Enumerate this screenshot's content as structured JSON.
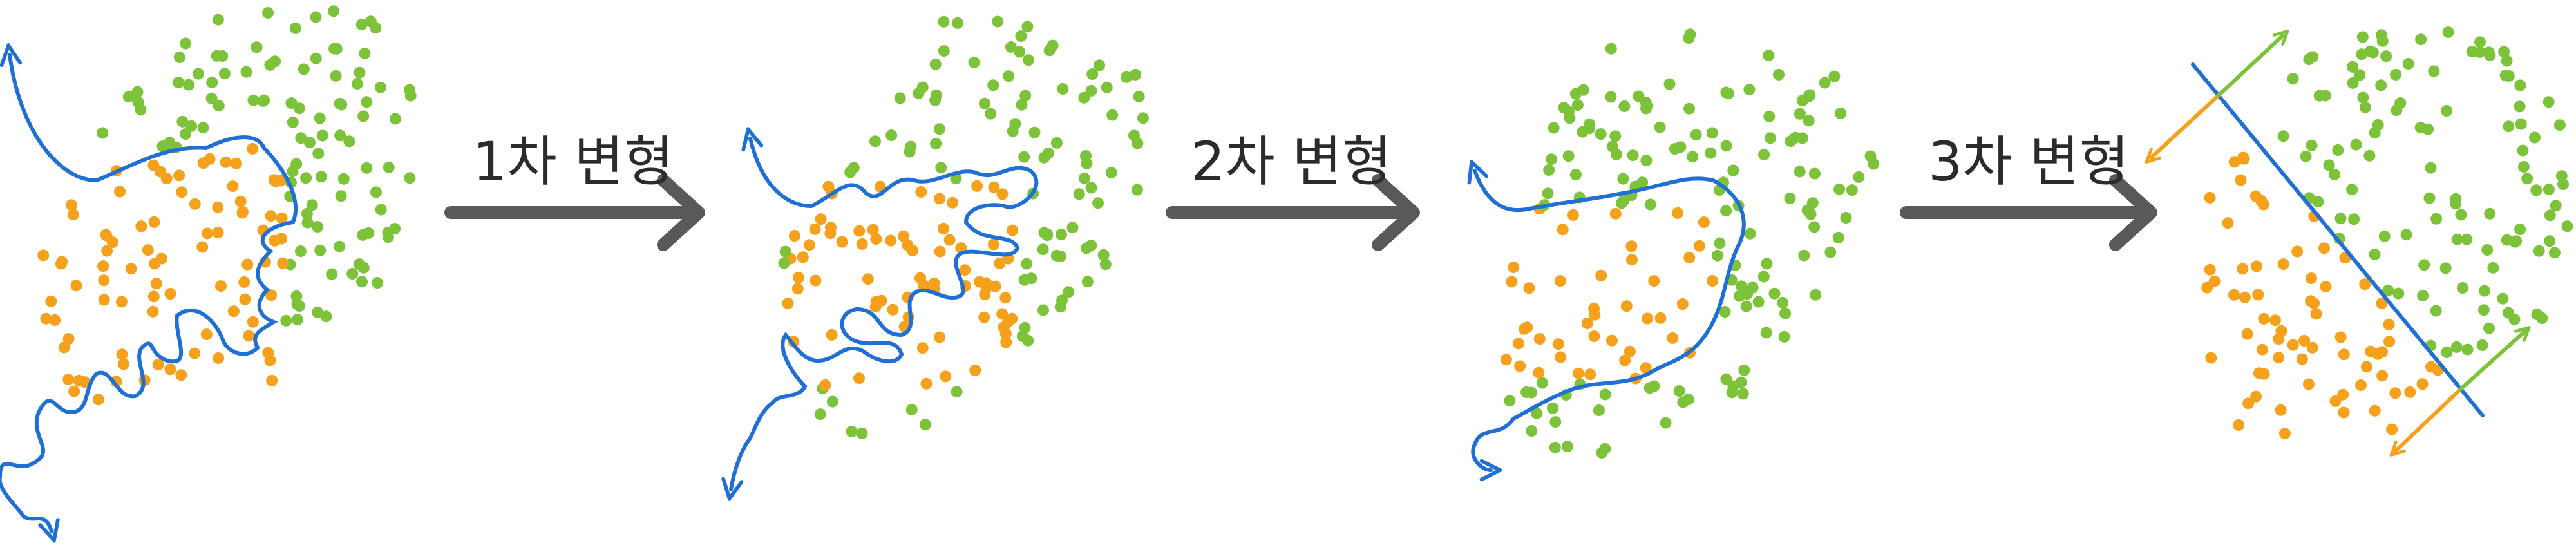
{
  "diagram": {
    "colors": {
      "class_a": "#f5a11c",
      "class_b": "#7cc33a",
      "boundary": "#1f6fd4",
      "arrow": "#595959",
      "normal_a": "#f5a11c",
      "normal_b": "#7cc33a"
    },
    "steps": [
      {
        "label": "1차 변형"
      },
      {
        "label": "2차 변형"
      },
      {
        "label": "3차 변형"
      }
    ],
    "panels": [
      {
        "name": "original",
        "boundary_style": "highly-convoluted-curve"
      },
      {
        "name": "after-step-1",
        "boundary_style": "convoluted-curve"
      },
      {
        "name": "after-step-2",
        "boundary_style": "smooth-curve"
      },
      {
        "name": "after-step-3",
        "boundary_style": "straight-line"
      }
    ]
  }
}
